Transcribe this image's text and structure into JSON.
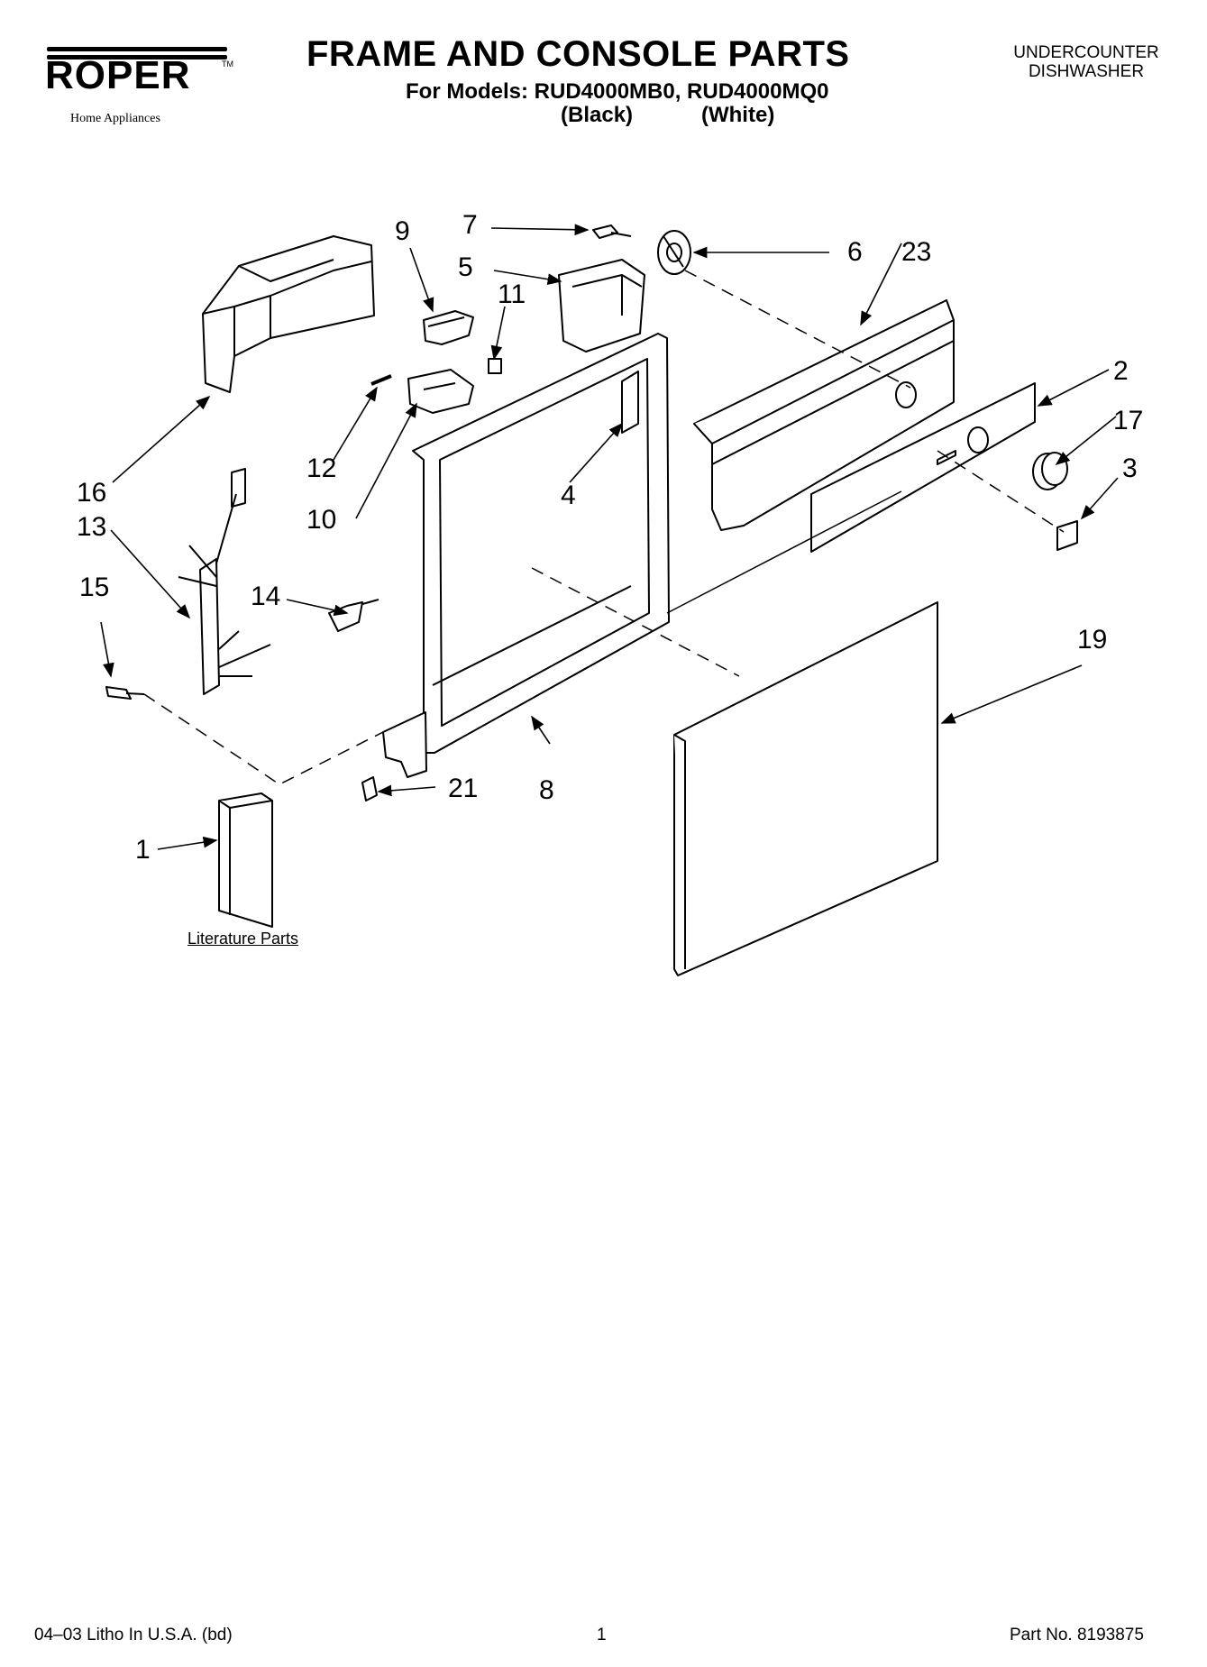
{
  "header": {
    "brand": "ROPER",
    "brand_tm": "TM",
    "brand_sub": "Home Appliances",
    "title": "FRAME AND CONSOLE PARTS",
    "models": "For Models: RUD4000MB0, RUD4000MQ0",
    "variant_black": "(Black)",
    "variant_white": "(White)",
    "category_line1": "UNDERCOUNTER",
    "category_line2": "DISHWASHER"
  },
  "callouts": {
    "c1": "1",
    "c2": "2",
    "c3": "3",
    "c4": "4",
    "c5": "5",
    "c6": "6",
    "c7": "7",
    "c8": "8",
    "c9": "9",
    "c10": "10",
    "c11": "11",
    "c12": "12",
    "c13": "13",
    "c14": "14",
    "c15": "15",
    "c16": "16",
    "c17": "17",
    "c19": "19",
    "c21": "21",
    "c23": "23"
  },
  "literature_label": "Literature Parts",
  "footer": {
    "litho": "04–03 Litho In U.S.A. (bd)",
    "page": "1",
    "part_no": "Part No. 8193875"
  }
}
